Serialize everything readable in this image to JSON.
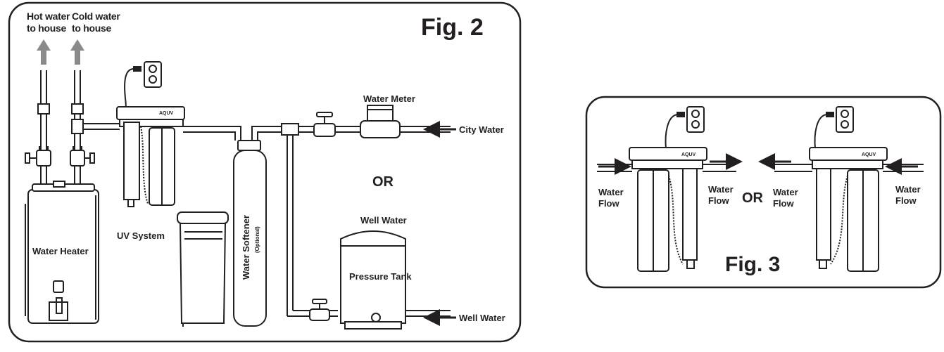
{
  "fig2": {
    "title": "Fig. 2",
    "hot_water_line1": "Hot water",
    "hot_water_line2": "to house",
    "cold_water_line1": "Cold water",
    "cold_water_line2": "to house",
    "water_meter": "Water Meter",
    "city_water": "City Water",
    "or": "OR",
    "well_water_top": "Well Water",
    "well_water_inlet": "Well Water",
    "pressure_tank": "Pressure Tank",
    "uv_system": "UV System",
    "water_heater": "Water Heater",
    "water_softener": "Water Softener",
    "optional": "(Optional)",
    "brand": "AQUV"
  },
  "fig3": {
    "title": "Fig. 3",
    "or": "OR",
    "flow_line1": "Water",
    "flow_line2": "Flow",
    "brand": "AQUV"
  },
  "colors": {
    "ink": "#231f20",
    "arrow_gray": "#8a8a8a",
    "background": "#ffffff"
  }
}
